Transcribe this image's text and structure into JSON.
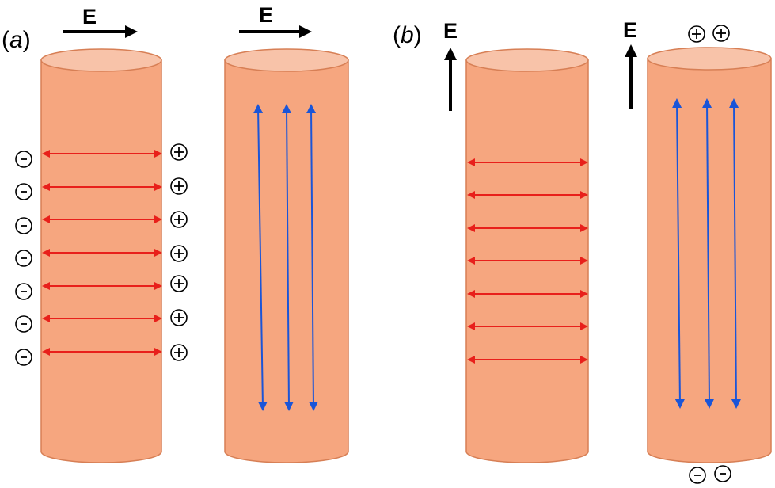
{
  "panels": {
    "a": {
      "label_open": "(",
      "label_letter": "a",
      "label_close": ")"
    },
    "b": {
      "label_open": "(",
      "label_letter": "b",
      "label_close": ")"
    }
  },
  "field_label": "E",
  "symbols": {
    "plus": "+",
    "minus": "-"
  },
  "colors": {
    "cylinder_fill": "#f6a67f",
    "cylinder_top": "#f8c3a9",
    "cylinder_stroke": "#d77f55",
    "horizontal_arrows": "#e8201b",
    "vertical_arrows": "#1a55d8",
    "field_arrow": "#000000"
  },
  "cylinders": [
    {
      "id": "a1",
      "panel": "a",
      "field_direction": "horizontal",
      "polarization_arrows": "horizontal",
      "arrow_count": 7,
      "charges": "sides"
    },
    {
      "id": "a2",
      "panel": "a",
      "field_direction": "horizontal",
      "polarization_arrows": "vertical",
      "arrow_count": 3,
      "charges": "none"
    },
    {
      "id": "b1",
      "panel": "b",
      "field_direction": "vertical",
      "polarization_arrows": "horizontal",
      "arrow_count": 7,
      "charges": "none"
    },
    {
      "id": "b2",
      "panel": "b",
      "field_direction": "vertical",
      "polarization_arrows": "vertical",
      "arrow_count": 3,
      "charges": "ends"
    }
  ]
}
